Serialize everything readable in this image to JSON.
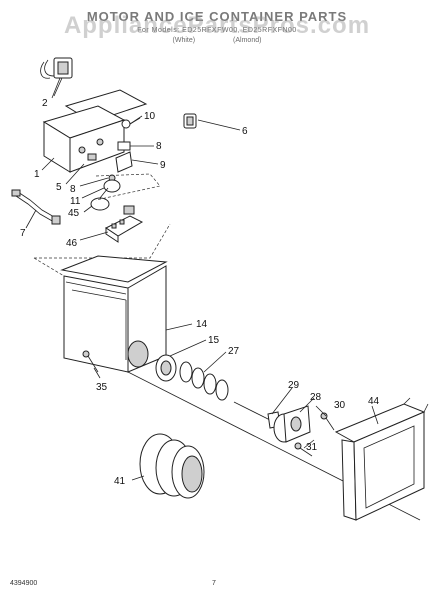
{
  "header": {
    "title": "MOTOR AND ICE CONTAINER PARTS",
    "models": "For Models: ED25RFXFW00, ED25RFXFN00",
    "color_white": "(White)",
    "color_almond": "(Almond)",
    "watermark": "AppliancePartsPros.com"
  },
  "callouts": {
    "c2": "2",
    "c10": "10",
    "c6": "6",
    "c8a": "8",
    "c9": "9",
    "c1": "1",
    "c5": "5",
    "c8b": "8",
    "c11": "11",
    "c45": "45",
    "c7": "7",
    "c46": "46",
    "c14": "14",
    "c15": "15",
    "c27": "27",
    "c35": "35",
    "c29": "29",
    "c28": "28",
    "c30": "30",
    "c44": "44",
    "c31": "31",
    "c41": "41"
  },
  "footer": {
    "doc_number": "4394900",
    "page_number": "7"
  }
}
